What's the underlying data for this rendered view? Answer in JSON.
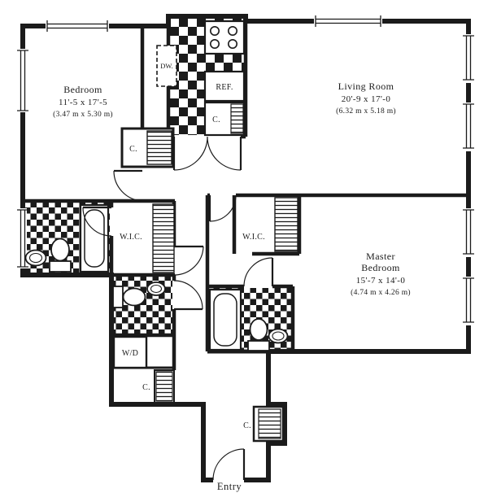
{
  "plan": {
    "rooms": {
      "bedroom": {
        "name": "Bedroom",
        "imperial": "11'-5 x 17'-5",
        "metric": "(3.47 m x 5.30 m)"
      },
      "living_room": {
        "name": "Living Room",
        "imperial": "20'-9 x 17'-0",
        "metric": "(6.32 m x 5.18 m)"
      },
      "master_bedroom": {
        "name_line1": "Master",
        "name_line2": "Bedroom",
        "imperial": "15'-7 x 14'-0",
        "metric": "(4.74 m x 4.26 m)"
      }
    },
    "closets": {
      "wic_left": "W.I.C.",
      "wic_master": "W.I.C.",
      "closet_kitchen": "C.",
      "closet_hall": "C.",
      "closet_laundry": "C.",
      "closet_entry": "C."
    },
    "appliances": {
      "dishwasher": "DW.",
      "refrigerator": "REF.",
      "washer_dryer": "W/D"
    },
    "entry_label": "Entry",
    "colors": {
      "ink": "#1b1b1b",
      "paper": "#ffffff"
    }
  }
}
